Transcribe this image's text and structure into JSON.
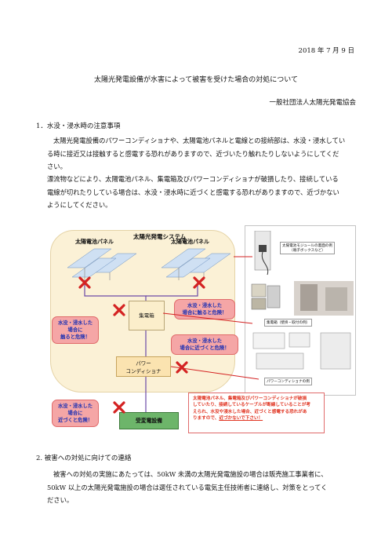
{
  "date": "2018 年 7 月 9 日",
  "title": "太陽光発電設備が水害によって被害を受けた場合の対処について",
  "organization": "一般社団法人太陽光発電協会",
  "section1": {
    "heading": "1．水没・浸水時の注意事項",
    "para1_lines": [
      "太陽光発電設備のパワーコンディショナや、太陽電池パネルと電線との接続部は、水没・浸水してい",
      "る時に接近又は接触すると感電する恐れがありますので、近づいたり触れたりしないようにしてくだ",
      "さい。"
    ],
    "para2_lines": [
      "漂流物などにより、太陽電池パネル、集電箱及びパワーコンディショナが破損したり、接続している",
      "電線が切れたりしている場合は、水没・浸水時に近づくと感電する恐れがありますので、近づかない",
      "ようにしてください。"
    ]
  },
  "diagram": {
    "system_label": "太陽光発電システム",
    "panel_label_left": "太陽電池パネル",
    "panel_label_right": "太陽電池パネル",
    "junction_box": "集電箱",
    "pcs_line1": "パワー",
    "pcs_line2": "コンディショナ",
    "substation": "受変電設備",
    "warn_panel_lines": [
      "水没・浸水した",
      "場合に触ると危険！"
    ],
    "warn_box_lines": [
      "水没・浸水した",
      "場合に",
      "触ると危険！"
    ],
    "warn_pcs_lines": [
      "水没・浸水した",
      "場合に近づくと危険！"
    ],
    "warn_sub_lines": [
      "水没・浸水した",
      "場合に",
      "近づくと危険！"
    ],
    "caption_module": "太陽電池モジュールの裏面の例",
    "caption_module_sub": "（端子ボックスなど）",
    "caption_junction": "集電箱（壁掛・取付の例）",
    "caption_pcs": "パワーコンディショナの例",
    "note_lines": [
      "太陽電池パネル、集電箱及びパワーコンディショナが破損",
      "していたり、接続しているケーブルが断線していることが考",
      "えられ、水没や浸水した場合、近づくと感電する恐れがあ",
      "りますので、"
    ],
    "note_emphasis": "近づかないで下さい！",
    "colors": {
      "warn_fill": "#f5a6a6",
      "warn_text": "#1b2fb3",
      "x_mark": "#d42222",
      "note_text": "#e0321f",
      "system_fill": "#fbf1d6"
    }
  },
  "section2": {
    "heading": "2. 被害への対処に向けての連絡",
    "para_lines": [
      "被害への対処の実施にあたっては、50kW 未満の太陽光発電施設の場合は販売施工事業者に、",
      "50kW 以上の太陽光発電施設の場合は選任されている電気主任技術者に連絡し、対策をとってく",
      "ださい。"
    ]
  }
}
